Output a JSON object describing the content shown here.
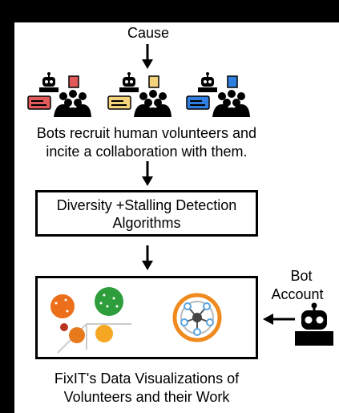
{
  "diagram": {
    "cause_label": "Cause",
    "recruit_text_line1": "Bots recruit human volunteers and",
    "recruit_text_line2": "incite a collaboration with them.",
    "algorithms_line1": "Diversity +Stalling Detection",
    "algorithms_line2": "Algorithms",
    "bot_account_line1": "Bot",
    "bot_account_line2": "Account",
    "caption_line1": "FixIT's Data Visualizations of",
    "caption_line2": "Volunteers and their Work"
  },
  "colors": {
    "background": "#000000",
    "panel": "#ffffff",
    "group_red": "#e05a5a",
    "group_yellow": "#f5d27c",
    "group_blue": "#2f7fe0",
    "viz_orange": "#f08a1e",
    "viz_green": "#2e9e3c",
    "viz_dark_red": "#b8341f",
    "network_blue": "#5aa5e0"
  },
  "icons": [
    "bot-icon",
    "crowd-icon",
    "id-card-icon",
    "flag-icon",
    "cluster-chart-icon",
    "network-icon"
  ]
}
